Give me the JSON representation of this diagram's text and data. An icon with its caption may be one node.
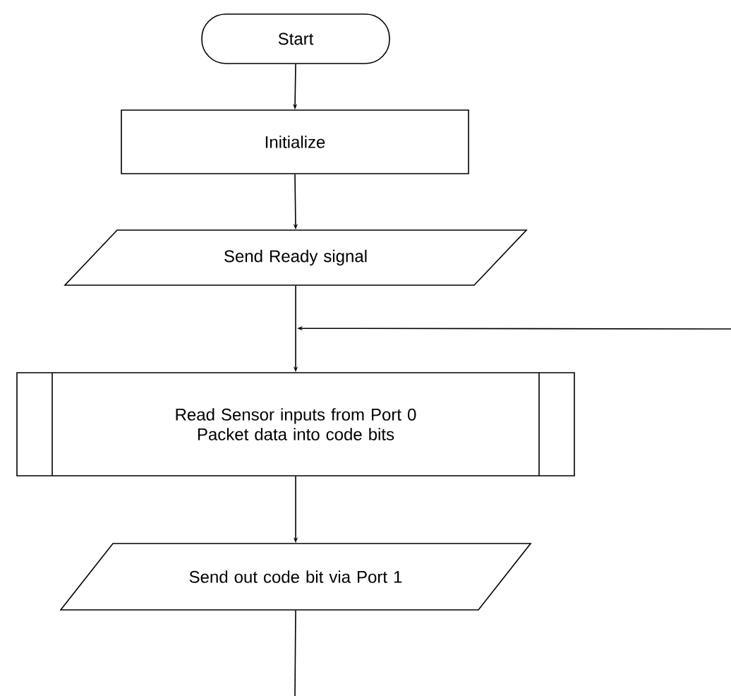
{
  "diagram": {
    "nodes": [
      {
        "text": [
          "Start"
        ]
      },
      {
        "text": [
          "Initialize"
        ]
      },
      {
        "text": [
          "Send Ready signal"
        ]
      },
      {
        "text": [
          "Read Sensor inputs from Port 0",
          "Packet data into code bits"
        ]
      },
      {
        "text": [
          "Send out code bit via Port 1"
        ]
      }
    ],
    "edges": [
      {
        "from": 0,
        "to": 1,
        "arrow": "to"
      },
      {
        "from": 1,
        "to": 2,
        "arrow": "to"
      },
      {
        "from": 2,
        "to": 3,
        "arrow": "to"
      },
      {
        "from": null,
        "to": 3,
        "arrow": "to"
      },
      {
        "from": 3,
        "to": 4,
        "arrow": "to"
      },
      {
        "from": 4,
        "to": null,
        "arrow": "none"
      }
    ]
  }
}
